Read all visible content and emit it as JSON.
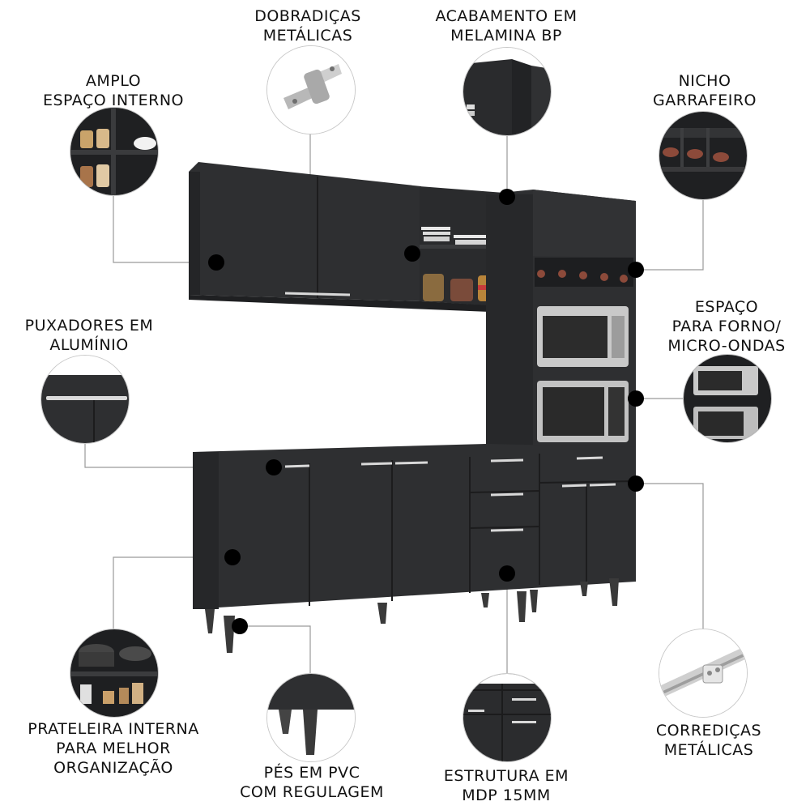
{
  "callouts": {
    "interior": {
      "line1": "AMPLO",
      "line2": "ESPAÇO INTERNO"
    },
    "hinges": {
      "line1": "DOBRADIÇAS",
      "line2": "METÁLICAS"
    },
    "finish": {
      "line1": "ACABAMENTO EM",
      "line2": "MELAMINA BP"
    },
    "winerack": {
      "line1": "NICHO",
      "line2": "GARRAFEIRO"
    },
    "handles": {
      "line1": "PUXADORES EM",
      "line2": "ALUMÍNIO"
    },
    "oven": {
      "line1": "ESPAÇO",
      "line2": "PARA FORNO/",
      "line3": "MICRO-ONDAS"
    },
    "shelf": {
      "line1": "PRATELEIRA INTERNA",
      "line2": "PARA MELHOR",
      "line3": "ORGANIZAÇÃO"
    },
    "feet": {
      "line1": "PÉS EM PVC",
      "line2": "COM REGULAGEM"
    },
    "structure": {
      "line1": "ESTRUTURA EM",
      "line2": "MDP 15MM"
    },
    "slides": {
      "line1": "CORREDIÇAS",
      "line2": "METÁLICAS"
    }
  },
  "colors": {
    "cabinet": "#2e2f31",
    "cabinet_dark": "#242527",
    "line": "#9a9a9a",
    "dot": "#000000"
  }
}
